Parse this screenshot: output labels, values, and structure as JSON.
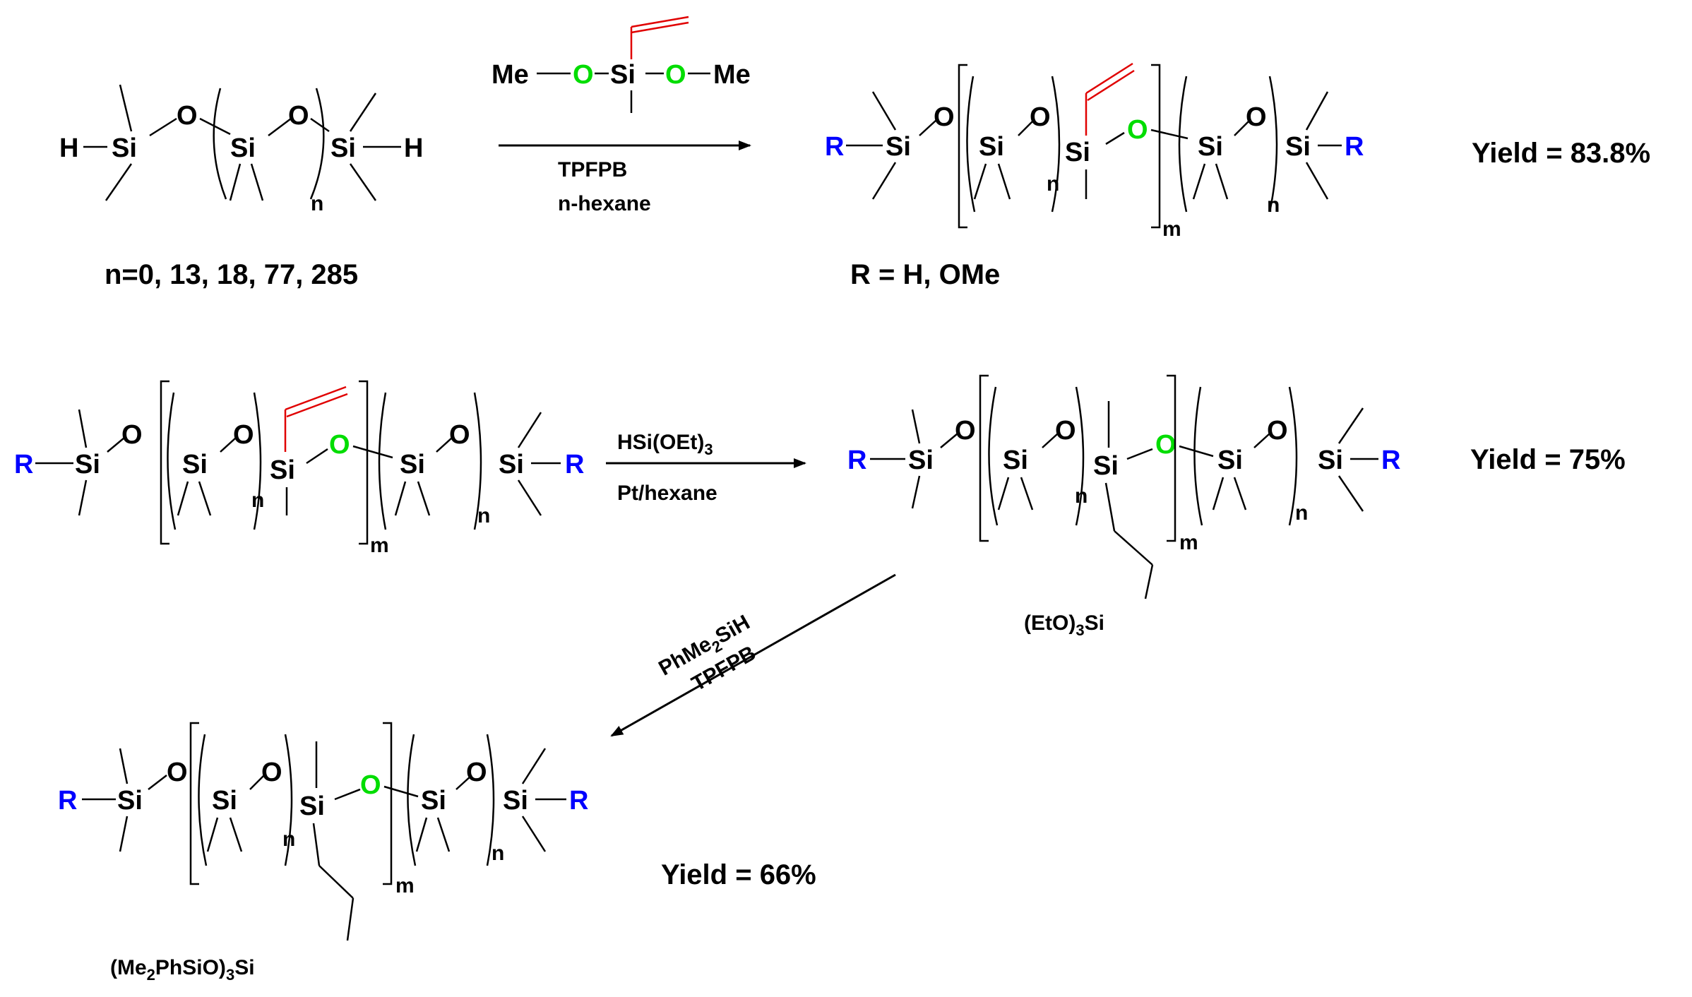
{
  "colors": {
    "bond": "#000000",
    "r_group": "#0000ff",
    "new_oxygen": "#00dd00",
    "vinyl": "#e00000"
  },
  "atoms": {
    "si": "Si",
    "o": "O",
    "h": "H",
    "r": "R",
    "me": "Me"
  },
  "subscripts": {
    "n": "n",
    "m": "m",
    "three": "3",
    "two": "2"
  },
  "reaction1": {
    "reagent_left": "Me",
    "reagent_right": "Me",
    "catalyst": "TPFPB",
    "solvent": "n-hexane",
    "start_caption": "n=0, 13, 18, 77, 285",
    "product_caption": "R = H, OMe",
    "yield": "Yield = 83.8%"
  },
  "reaction2": {
    "reagent_prefix": "HSi(OEt)",
    "reagent_suffix": "",
    "conditions": "Pt/hexane",
    "side_chain_prefix": "(EtO)",
    "side_chain_suffix": "Si",
    "yield": "Yield = 75%"
  },
  "reaction3": {
    "reagent_a": "PhMe",
    "reagent_b": "SiH",
    "catalyst": "TPFPB",
    "side_chain_a": "(Me",
    "side_chain_b": "PhSiO)",
    "side_chain_c": "Si",
    "yield": "Yield = 66%"
  }
}
